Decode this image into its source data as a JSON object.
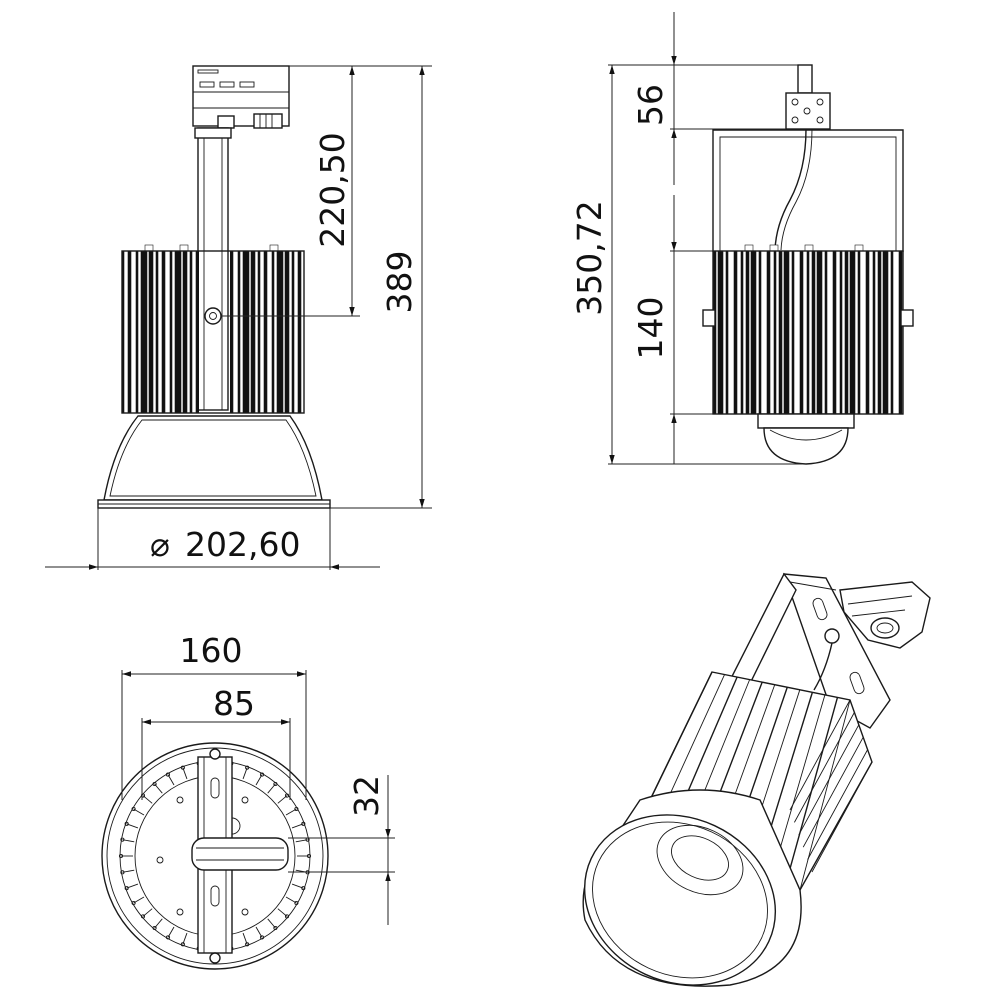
{
  "dimensions": {
    "top_left": {
      "arm_height": "220,50",
      "total_height": "389",
      "diameter": "202,60",
      "diameter_symbol": "⌀"
    },
    "top_right": {
      "total_height": "350,72",
      "bracket_height": "56",
      "body_height": "140"
    },
    "bottom_left": {
      "outer_width": "160",
      "inner_width": "85",
      "bracket_width": "32"
    }
  },
  "colors": {
    "line": "#1a1a1a",
    "background": "#ffffff"
  }
}
